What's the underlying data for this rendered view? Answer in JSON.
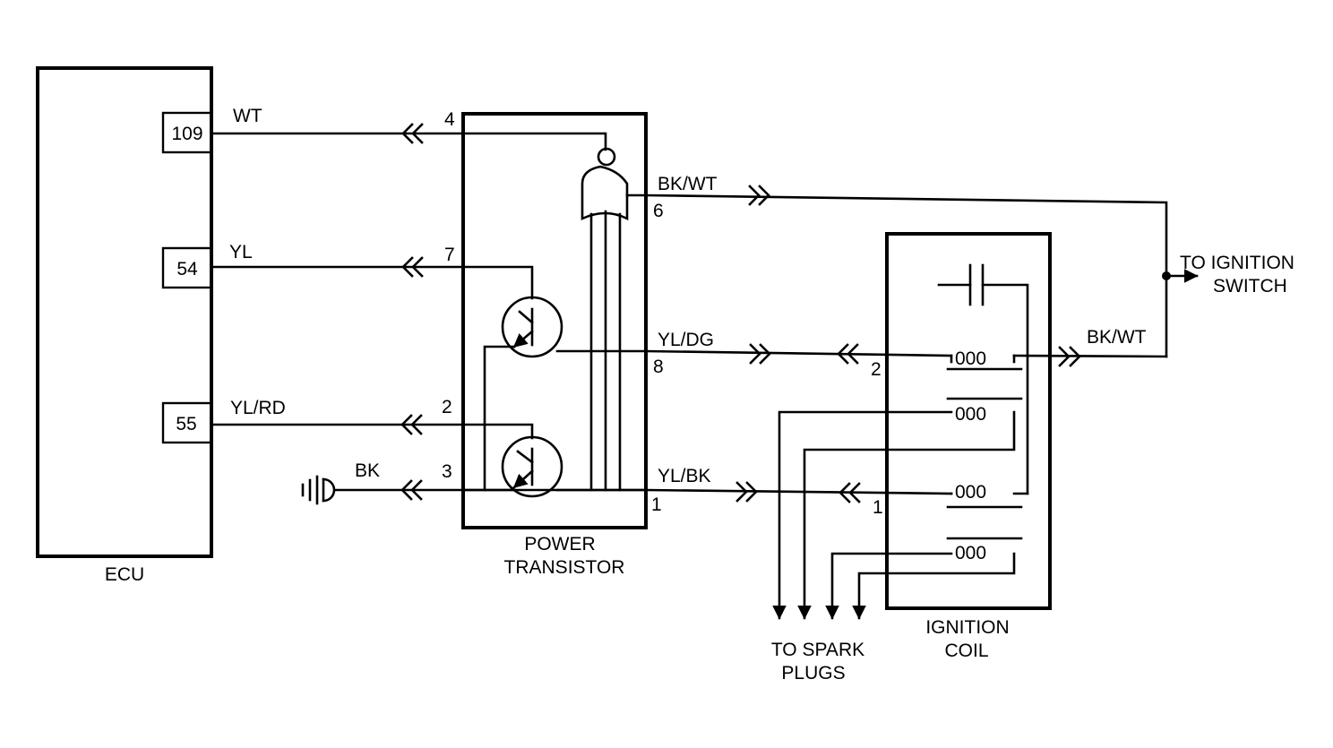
{
  "ecu": {
    "label": "ECU",
    "pins": {
      "p109": "109",
      "p54": "54",
      "p55": "55"
    }
  },
  "power_transistor": {
    "label_line1": "POWER",
    "label_line2": "TRANSISTOR",
    "terminals": {
      "t4": "4",
      "t7": "7",
      "t2": "2",
      "t3": "3",
      "t6": "6",
      "t8": "8",
      "t1": "1"
    }
  },
  "ignition_coil": {
    "label_line1": "IGNITION",
    "label_line2": "COIL",
    "terminals": {
      "t2": "2",
      "t1": "1"
    },
    "coil_glyph": "000"
  },
  "wires": {
    "w109": "WT",
    "w54": "YL",
    "w55": "YL/RD",
    "ground": "BK",
    "w6": "BK/WT",
    "w8": "YL/DG",
    "w1": "YL/BK",
    "coil_feed": "BK/WT"
  },
  "destinations": {
    "ign_line1": "TO IGNITION",
    "ign_line2": "SWITCH",
    "spark_line1": "TO SPARK",
    "spark_line2": "PLUGS"
  },
  "icons": {
    "ground": "ground-symbol-icon",
    "connector": "connector-chevron-icon",
    "transistor": "npn-transistor-icon",
    "gate": "logic-gate-icon",
    "capacitor": "capacitor-icon",
    "coil": "coil-winding-icon",
    "arrow": "arrow-icon"
  }
}
